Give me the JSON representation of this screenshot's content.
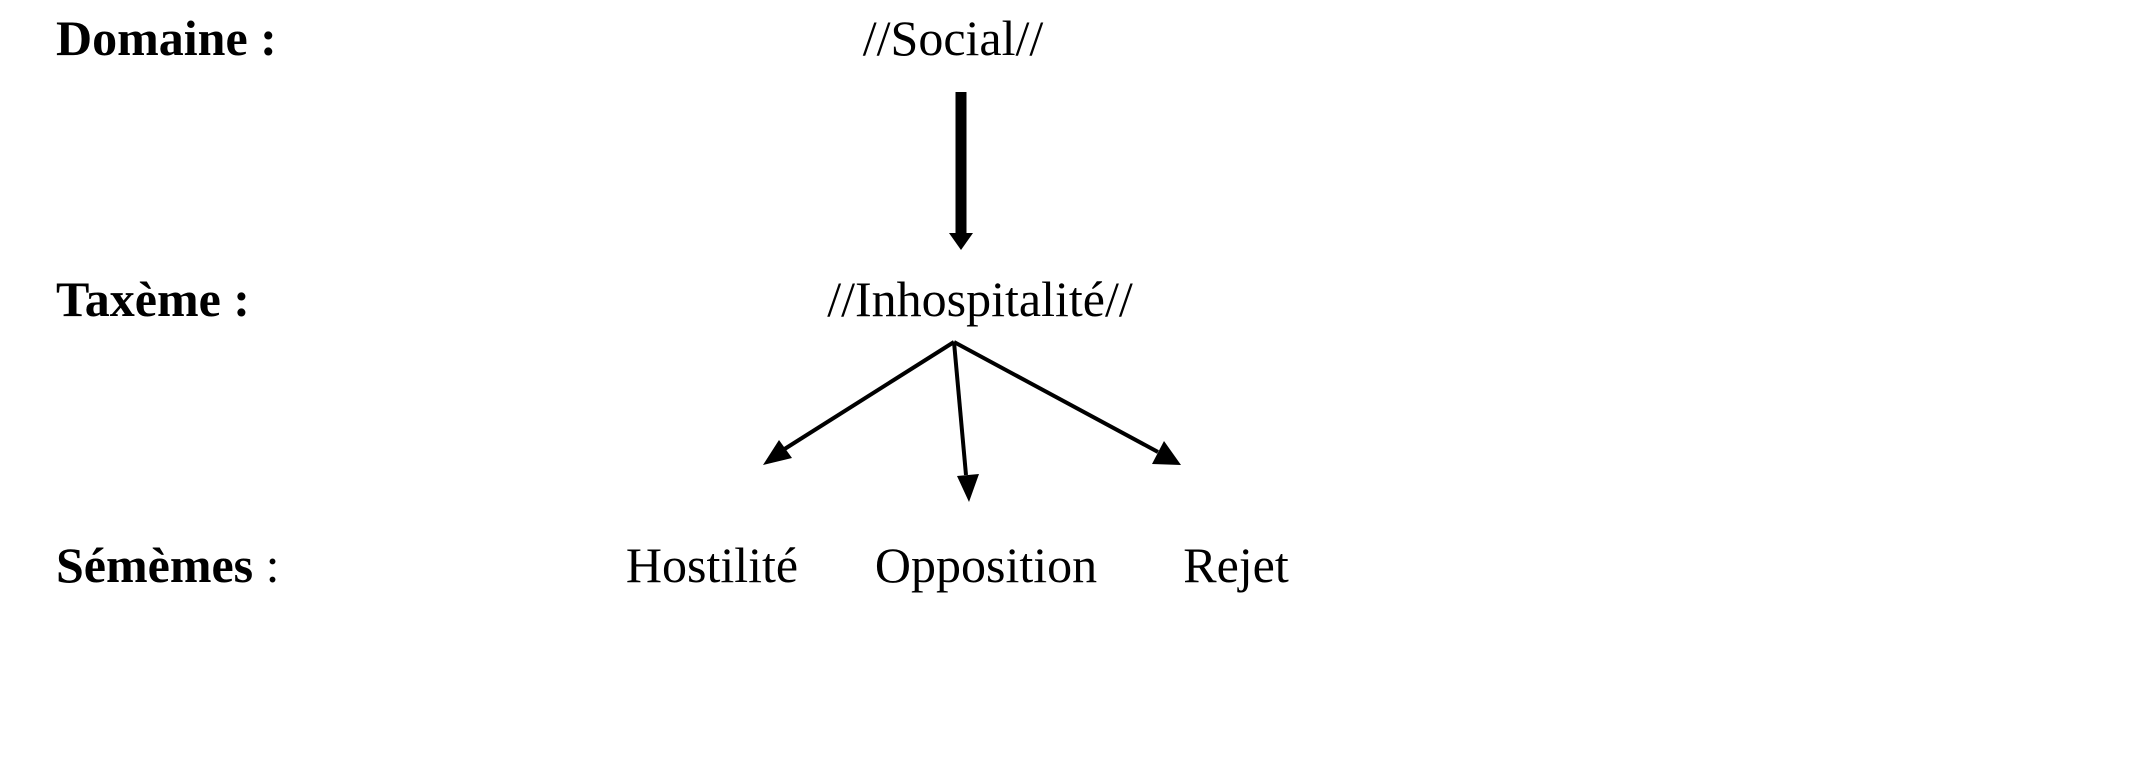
{
  "rows": {
    "domaine": {
      "label": "Domaine",
      "sep": " :"
    },
    "taxeme": {
      "label": "Taxème",
      "sep": " :"
    },
    "sememes": {
      "label": "Sémèmes",
      "sep": " :"
    }
  },
  "nodes": {
    "domain": "//Social//",
    "taxeme": "//Inhospitalité//",
    "sememes": [
      "Hostilité",
      "Opposition",
      "Rejet"
    ]
  }
}
